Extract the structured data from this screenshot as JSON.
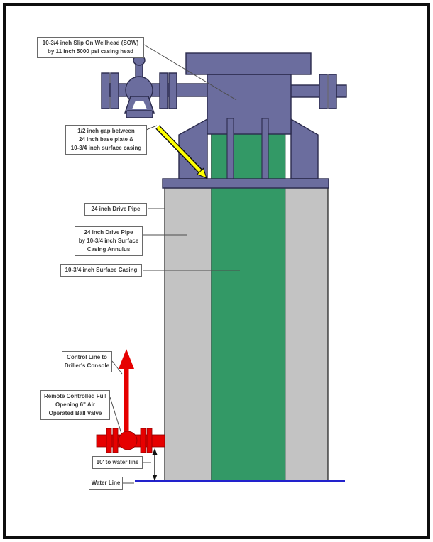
{
  "labels": {
    "wellhead": {
      "lines": [
        "10-3/4 inch Slip On Wellhead (SOW)",
        "by 11 inch 5000 psi casing head"
      ]
    },
    "gap": {
      "lines": [
        "1/2 inch gap between",
        "24 inch base plate &",
        "10-3/4 inch surface casing"
      ]
    },
    "drive_pipe": {
      "lines": [
        "24 inch Drive Pipe"
      ]
    },
    "annulus": {
      "lines": [
        "24 inch Drive Pipe",
        "by 10-3/4 inch Surface",
        "Casing Annulus"
      ]
    },
    "surface_casing": {
      "lines": [
        "10-3/4 inch Surface Casing"
      ]
    },
    "control_line": {
      "lines": [
        "Control Line to",
        "Driller's Console"
      ]
    },
    "ball_valve": {
      "lines": [
        "Remote Controlled Full",
        "Opening 6\" Air",
        "Operated Ball Valve"
      ]
    },
    "water_distance": {
      "lines": [
        "10' to water line"
      ]
    },
    "water_line": {
      "lines": [
        "Water Line"
      ]
    }
  },
  "colors": {
    "wellhead_purple": "#6b6d9e",
    "surface_casing_green": "#339966",
    "drive_pipe_gray": "#c3c3c3",
    "valve_red": "#e60000",
    "gap_arrow_yellow": "#ffff00",
    "water_line_blue": "#2222cc",
    "page_border_black": "#0e0e0e"
  }
}
